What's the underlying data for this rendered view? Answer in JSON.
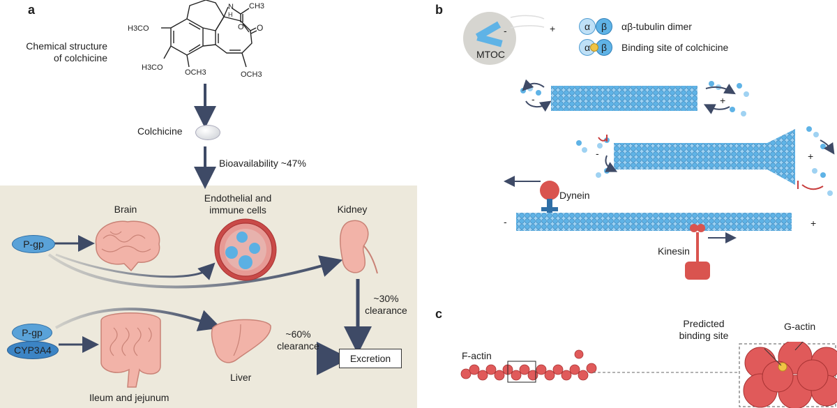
{
  "panel_a": {
    "letter": "a",
    "chem_label": [
      "Chemical structure",
      "of colchicine"
    ],
    "chem": {
      "h3co_1": "H3CO",
      "h3co_2": "H3CO",
      "och3_1": "OCH3",
      "och3_2": "OCH3",
      "n": "N",
      "h": "H",
      "o": "O",
      "ch3": "CH3"
    },
    "colchicine_label": "Colchicine",
    "bioavailability": "Bioavailability ~47%",
    "brain": "Brain",
    "endothelial": [
      "Endothelial and",
      "immune cells"
    ],
    "kidney": "Kidney",
    "pgp_1": "P-gp",
    "pgp_2": "P-gp",
    "cyp": "CYP3A4",
    "clearance_30": [
      "~30%",
      "clearance"
    ],
    "clearance_60": [
      "~60%",
      "clearance"
    ],
    "liver": "Liver",
    "excretion": "Excretion",
    "ileum": "Ileum and jejunum"
  },
  "panel_b": {
    "letter": "b",
    "mtoc": "MTOC",
    "alpha": "α",
    "beta": "β",
    "dimer_label": "αβ-tubulin dimer",
    "binding_label": "Binding site of colchicine",
    "minus": "-",
    "plus": "+",
    "dynein": "Dynein",
    "kinesin": "Kinesin"
  },
  "panel_c": {
    "letter": "c",
    "factin": "F-actin",
    "predicted": [
      "Predicted",
      "binding site"
    ],
    "gactin": "G-actin"
  },
  "colors": {
    "beige": "#ede9dc",
    "arrow": "#3e4a66",
    "tubulin": "#5fb3e6",
    "pgp": "#5aa2d8",
    "actin": "#d94a4c"
  }
}
